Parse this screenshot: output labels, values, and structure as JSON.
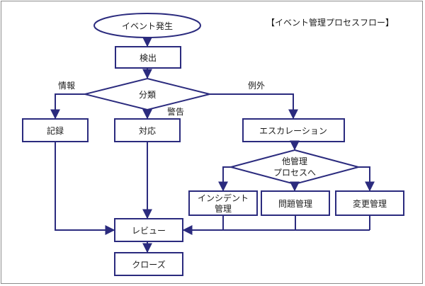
{
  "diagram": {
    "title": "【イベント管理プロセスフロー】",
    "nodes": {
      "event": "イベント発生",
      "detect": "検出",
      "classify": "分類",
      "record": "記録",
      "respond": "対応",
      "escalation": "エスカレーション",
      "other_line1": "他管理",
      "other_line2": "プロセスへ",
      "incident_line1": "インシデント",
      "incident_line2": "管理",
      "problem": "問題管理",
      "change": "変更管理",
      "review": "レビュー",
      "close": "クローズ"
    },
    "edge_labels": {
      "info": "情報",
      "warning": "警告",
      "exception": "例外"
    },
    "colors": {
      "stroke": "#2b2b7e",
      "text": "#1a1a1a",
      "frame": "#8c8c8c",
      "background": "#ffffff"
    }
  }
}
